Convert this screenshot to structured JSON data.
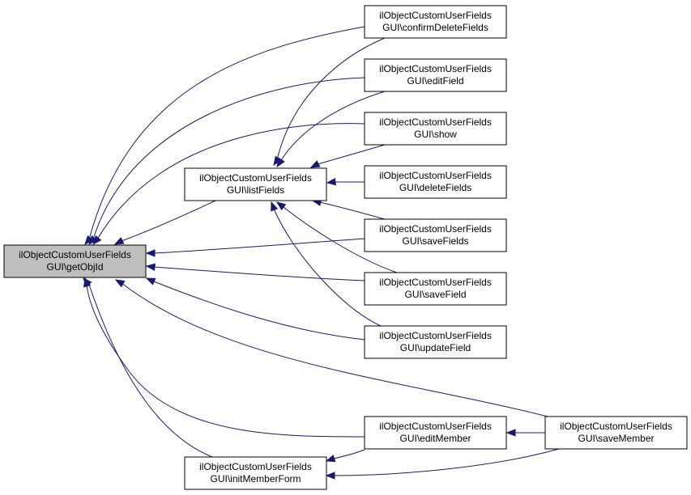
{
  "diagram": {
    "type": "call-graph",
    "colors": {
      "edge": "#191970",
      "focus_fill": "#bfbfbf",
      "node_fill": "#ffffff",
      "border": "#000000"
    },
    "nodes": [
      {
        "id": "getObjId",
        "line1": "ilObjectCustomUserFields",
        "line2": "GUI\\getObjId",
        "focus": true
      },
      {
        "id": "listFields",
        "line1": "ilObjectCustomUserFields",
        "line2": "GUI\\listFields"
      },
      {
        "id": "initMemberForm",
        "line1": "ilObjectCustomUserFields",
        "line2": "GUI\\initMemberForm"
      },
      {
        "id": "confirmDeleteFields",
        "line1": "ilObjectCustomUserFields",
        "line2": "GUI\\confirmDeleteFields"
      },
      {
        "id": "editField",
        "line1": "ilObjectCustomUserFields",
        "line2": "GUI\\editField"
      },
      {
        "id": "show",
        "line1": "ilObjectCustomUserFields",
        "line2": "GUI\\show"
      },
      {
        "id": "deleteFields",
        "line1": "ilObjectCustomUserFields",
        "line2": "GUI\\deleteFields"
      },
      {
        "id": "saveFields",
        "line1": "ilObjectCustomUserFields",
        "line2": "GUI\\saveFields"
      },
      {
        "id": "saveField",
        "line1": "ilObjectCustomUserFields",
        "line2": "GUI\\saveField"
      },
      {
        "id": "updateField",
        "line1": "ilObjectCustomUserFields",
        "line2": "GUI\\updateField"
      },
      {
        "id": "editMember",
        "line1": "ilObjectCustomUserFields",
        "line2": "GUI\\editMember"
      },
      {
        "id": "saveMember",
        "line1": "ilObjectCustomUserFields",
        "line2": "GUI\\saveMember"
      }
    ],
    "edges": [
      {
        "from": "listFields",
        "to": "getObjId"
      },
      {
        "from": "confirmDeleteFields",
        "to": "getObjId"
      },
      {
        "from": "editField",
        "to": "getObjId"
      },
      {
        "from": "show",
        "to": "getObjId"
      },
      {
        "from": "saveFields",
        "to": "getObjId"
      },
      {
        "from": "saveField",
        "to": "getObjId"
      },
      {
        "from": "updateField",
        "to": "getObjId"
      },
      {
        "from": "saveMember",
        "to": "getObjId"
      },
      {
        "from": "editMember",
        "to": "getObjId"
      },
      {
        "from": "initMemberForm",
        "to": "getObjId"
      },
      {
        "from": "confirmDeleteFields",
        "to": "listFields"
      },
      {
        "from": "editField",
        "to": "listFields"
      },
      {
        "from": "show",
        "to": "listFields"
      },
      {
        "from": "deleteFields",
        "to": "listFields"
      },
      {
        "from": "saveFields",
        "to": "listFields"
      },
      {
        "from": "saveField",
        "to": "listFields"
      },
      {
        "from": "updateField",
        "to": "listFields"
      },
      {
        "from": "editMember",
        "to": "initMemberForm"
      },
      {
        "from": "saveMember",
        "to": "initMemberForm"
      },
      {
        "from": "saveMember",
        "to": "editMember"
      }
    ]
  }
}
